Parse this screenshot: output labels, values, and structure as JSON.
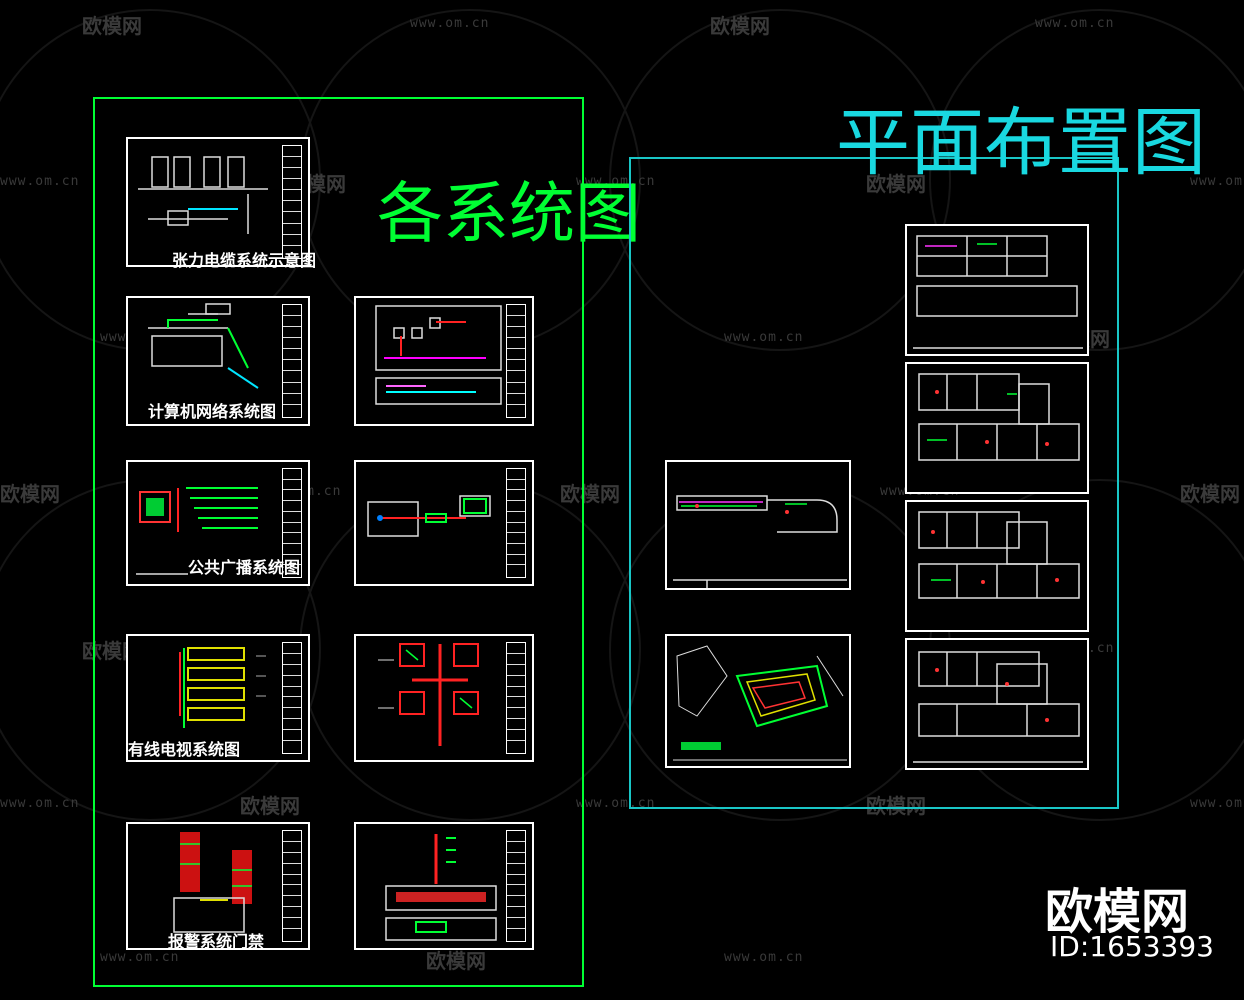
{
  "colors": {
    "background": "#000000",
    "systems_frame": "#00ff33",
    "systems_title": "#00ff33",
    "plans_frame": "#19c6c6",
    "plans_title": "#19d8e0",
    "sheet_border": "#ffffff",
    "watermark": "#3a3a3a"
  },
  "systems_group": {
    "title": "各系统图",
    "sheets": [
      {
        "caption": "张力电缆系统示意图"
      },
      {
        "caption": ""
      },
      {
        "caption": "计算机网络系统图"
      },
      {
        "caption": ""
      },
      {
        "caption": "公共广播系统图"
      },
      {
        "caption": ""
      },
      {
        "caption": "有线电视系统图"
      },
      {
        "caption": ""
      },
      {
        "caption": "报警系统门禁"
      },
      {
        "caption": ""
      }
    ]
  },
  "plans_group": {
    "title": "平面布置图",
    "sheet_count": 6
  },
  "watermarks": {
    "brand": "欧模网",
    "url": "www.om.cn"
  },
  "badge": {
    "brand": "欧模网",
    "id_text": "ID:1653393"
  }
}
